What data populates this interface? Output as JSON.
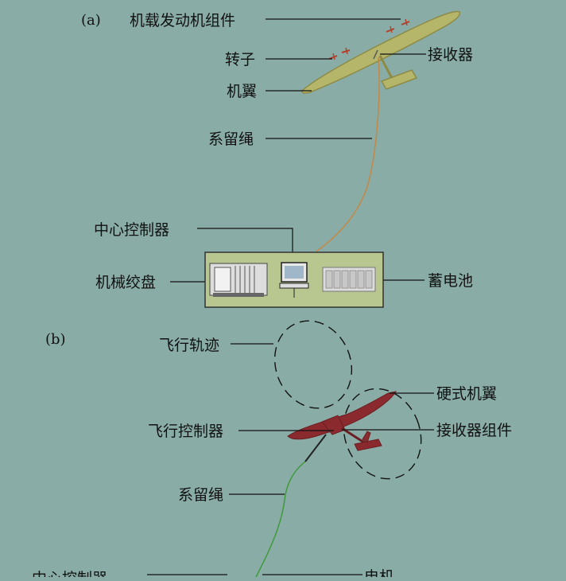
{
  "panel_a": {
    "tag": "(a)",
    "labels": {
      "engine": "机载发动机组件",
      "rotor": "转子",
      "receiver": "接收器",
      "wing": "机翼",
      "tether": "系留绳",
      "controller": "中心控制器",
      "winch": "机械绞盘",
      "battery": "蓄电池"
    }
  },
  "panel_b": {
    "tag": "(b)",
    "labels": {
      "trajectory": "飞行轨迹",
      "rigid_wing": "硬式机翼",
      "flight_controller": "飞行控制器",
      "receiver_assembly": "接收器组件",
      "tether": "系留绳",
      "controller": "中心控制器",
      "motor": "电机"
    }
  },
  "colors": {
    "background": "#89ada6",
    "glider": "#b5b66a",
    "glider_stroke": "#8d8a46",
    "tether_a": "#c08a4a",
    "tether_b": "#3f9a3c",
    "wing_b": "#8b2a2e",
    "ground_box": "#b8c790"
  }
}
